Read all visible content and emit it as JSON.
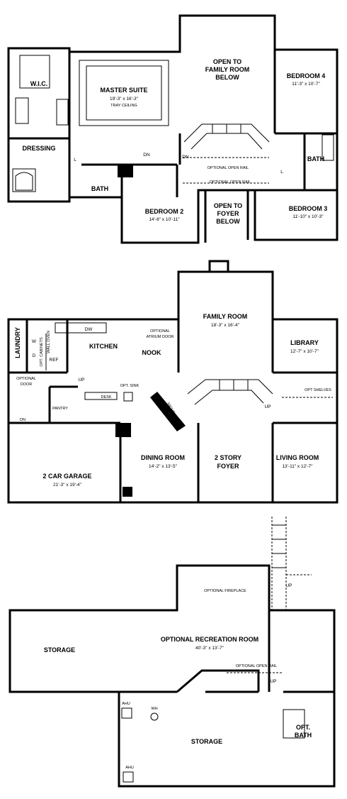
{
  "upper_floor": {
    "open_family_l1": "OPEN TO",
    "open_family_l2": "FAMILY ROOM",
    "open_family_l3": "BELOW",
    "bedroom4": "BEDROOM 4",
    "bedroom4_dim": "11'-3\" x 10'-7\"",
    "wic": "W.I.C.",
    "master": "MASTER SUITE",
    "master_dim": "19'-3\" x 16'-3\"",
    "master_note": "TRAY CEILING",
    "dressing": "DRESSING",
    "l_left": "L",
    "dn_a": "DN",
    "dn_b": "DN",
    "bath_left": "BATH",
    "bath_right": "BATH",
    "l_right": "L",
    "rail1": "OPTIONAL OPEN RAIL",
    "rail2": "OPTIONAL OPEN RAIL",
    "bedroom2": "BEDROOM 2",
    "bedroom2_dim": "14'-8\" x 10'-11\"",
    "open_foyer_l1": "OPEN TO",
    "open_foyer_l2": "FOYER",
    "open_foyer_l3": "BELOW",
    "bedroom3": "BEDROOM 3",
    "bedroom3_dim": "11'-10\" x 10'-3\""
  },
  "main_floor": {
    "family": "FAMILY ROOM",
    "family_dim": "18'-3\" x 16'-4\"",
    "laundry": "LAUNDRY",
    "w": "W",
    "d": "D",
    "opt_cabinets": "OPT. CABINETS",
    "wall_oven": "WALL OVEN",
    "ref": "REF",
    "dw": "DW",
    "kitchen": "KITCHEN",
    "atrium_l1": "OPTIONAL",
    "atrium_l2": "ATRIUM DOOR",
    "nook": "NOOK",
    "library": "LIBRARY",
    "library_dim": "12'-7\" x 10'-7\"",
    "opt_door_l1": "OPTIONAL",
    "opt_door_l2": "DOOR",
    "up_kitchen": "UP",
    "opt_sink": "OPT. SINK",
    "desk": "DESK",
    "pantry": "PANTRY",
    "dn": "DN",
    "niche": "NICHE",
    "up_stair": "UP",
    "opt_shelves": "OPT SHELVES",
    "dining": "DINING ROOM",
    "dining_dim": "14'-2\" x 13'-5\"",
    "foyer_l1": "2 STORY",
    "foyer_l2": "FOYER",
    "living": "LIVING ROOM",
    "living_dim": "13'-11\" x 12'-7\"",
    "garage": "2 CAR GARAGE",
    "garage_dim": "21'-3\" x 19'-4\""
  },
  "basement": {
    "up_top": "UP",
    "fireplace": "OPTIONAL FIREPLACE",
    "rec": "OPTIONAL RECREATION ROOM",
    "rec_dim": "40'-3\" x 13'-7\"",
    "storage_left": "STORAGE",
    "rail": "OPTIONAL OPEN RAIL",
    "up_stair": "UP",
    "ahu1": "AHU",
    "wh": "WH",
    "storage_bottom": "STORAGE",
    "opt_bath_l1": "OPT.",
    "opt_bath_l2": "BATH",
    "ahu2": "AHU"
  }
}
